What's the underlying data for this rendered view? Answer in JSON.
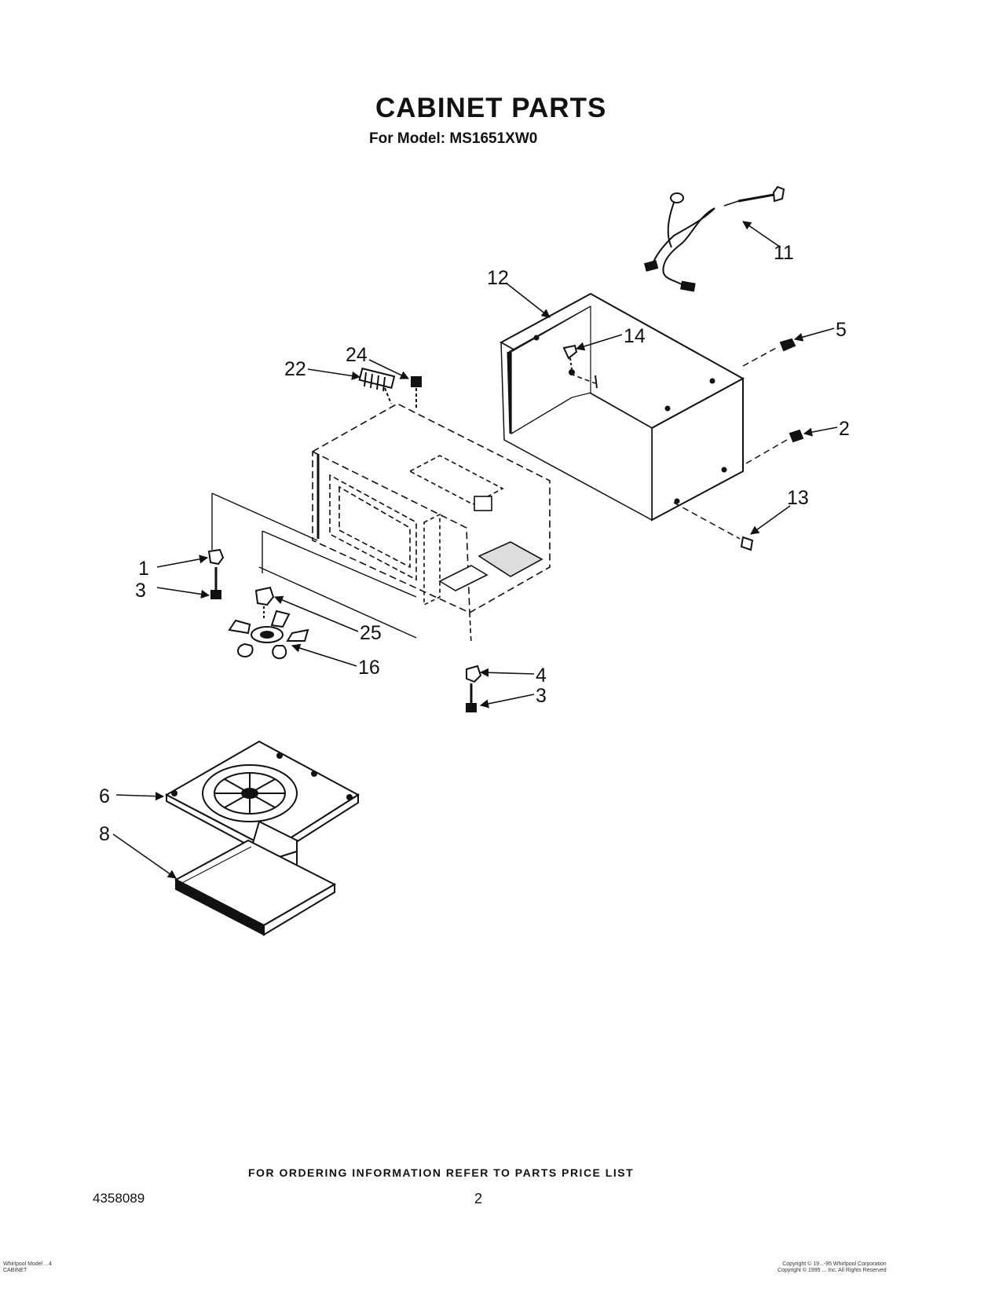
{
  "header": {
    "title": "CABINET PARTS",
    "subtitle": "For Model: MS1651XW0"
  },
  "callouts": [
    {
      "key": "11",
      "label": "11"
    },
    {
      "key": "12",
      "label": "12"
    },
    {
      "key": "14",
      "label": "14"
    },
    {
      "key": "5",
      "label": "5"
    },
    {
      "key": "24",
      "label": "24"
    },
    {
      "key": "22",
      "label": "22"
    },
    {
      "key": "2",
      "label": "2"
    },
    {
      "key": "13",
      "label": "13"
    },
    {
      "key": "1",
      "label": "1"
    },
    {
      "key": "3a",
      "label": "3"
    },
    {
      "key": "25",
      "label": "25"
    },
    {
      "key": "16",
      "label": "16"
    },
    {
      "key": "4",
      "label": "4"
    },
    {
      "key": "3b",
      "label": "3"
    },
    {
      "key": "6",
      "label": "6"
    },
    {
      "key": "8",
      "label": "8"
    }
  ],
  "footer": {
    "ordering_note": "FOR ORDERING INFORMATION REFER TO PARTS PRICE LIST",
    "doc_number": "4358089",
    "page_number": "2",
    "fine_left": [
      "Whirlpool Model ...4",
      "CABINET"
    ],
    "fine_right": [
      "Copyright © 19...-95 Whirlpool Corporation",
      "Copyright © 1995 ... Inc. All Rights Reserved"
    ]
  }
}
